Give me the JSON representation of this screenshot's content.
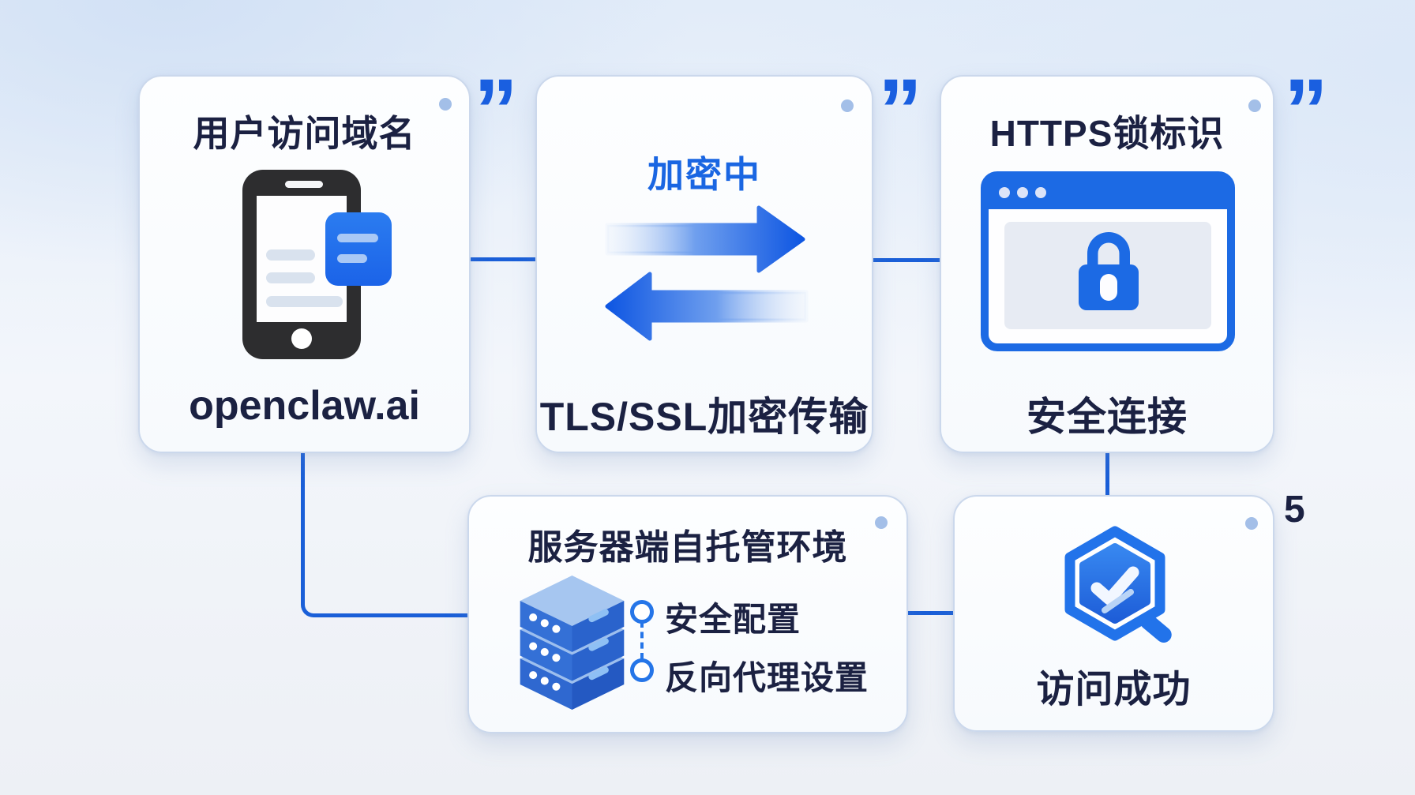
{
  "diagram": {
    "step_badge": "5",
    "quote_mark": "”"
  },
  "cards": {
    "user_domain": {
      "title": "用户访问域名",
      "domain": "openclaw.ai"
    },
    "tls_transfer": {
      "status_label": "加密中",
      "caption": "TLS/SSL加密传输"
    },
    "https_lock": {
      "title": "HTTPS锁标识",
      "caption": "安全连接"
    },
    "server_env": {
      "title": "服务器端自托管环境",
      "bullets": [
        "安全配置",
        "反向代理设置"
      ]
    },
    "access_success": {
      "caption": "访问成功"
    }
  },
  "colors": {
    "accent_blue": "#1a5fe0",
    "navy_text": "#1b2142",
    "corner_dot": "#a3bfe8"
  }
}
